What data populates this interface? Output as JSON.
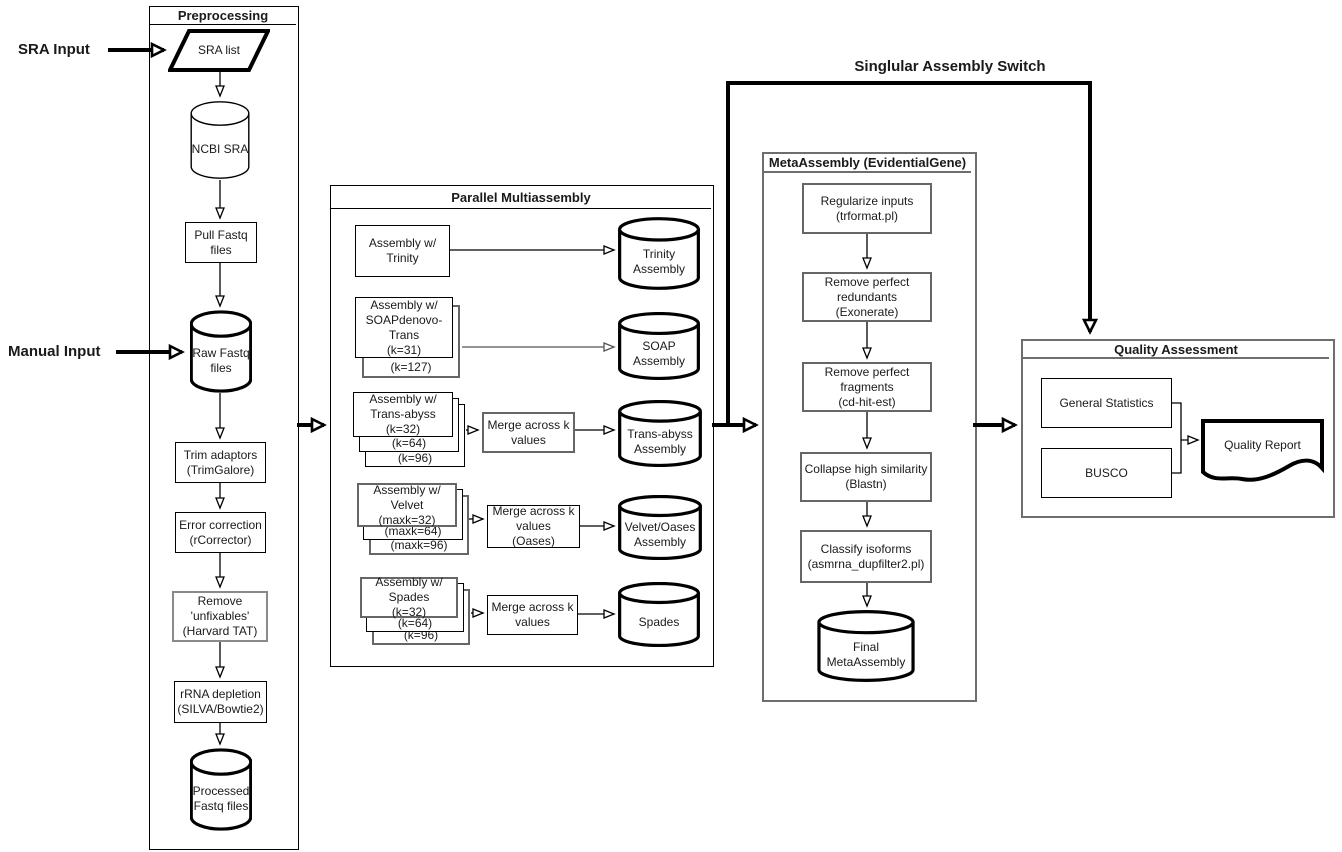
{
  "colors": {
    "line": "#000000",
    "gray": "#666666",
    "background": "#ffffff"
  },
  "inputs": {
    "sra": "SRA Input",
    "manual": "Manual Input"
  },
  "switch_label": "Singlular Assembly Switch",
  "preprocessing": {
    "title": "Preprocessing",
    "nodes": {
      "sra_list": "SRA list",
      "ncbi_sra": "NCBI SRA",
      "pull_fastq": "Pull Fastq\nfiles",
      "raw_fastq": "Raw Fastq\nfiles",
      "trim": "Trim adaptors\n(TrimGalore)",
      "error": "Error correction\n(rCorrector)",
      "unfixables": "Remove\n'unfixables'\n(Harvard TAT)",
      "rrna": "rRNA depletion\n(SILVA/Bowtie2)",
      "processed": "Processed\nFastq files"
    }
  },
  "multiassembly": {
    "title": "Parallel Multiassembly",
    "rows": [
      {
        "box": "Assembly w/\nTrinity",
        "cylinder": "Trinity\nAssembly"
      },
      {
        "box": "Assembly w/\nSOAPdenovo-\nTrans\n(k=31)",
        "stack": [
          "(k=127)"
        ],
        "cylinder": "SOAP\nAssembly"
      },
      {
        "box": "Assembly w/\nTrans-abyss\n(k=32)",
        "stack": [
          "(k=64)",
          "(k=96)"
        ],
        "merge": "Merge across k\nvalues",
        "cylinder": "Trans-abyss\nAssembly"
      },
      {
        "box": "Assembly w/\nVelvet\n(maxk=32)",
        "stack": [
          "(maxk=64)",
          "(maxk=96)"
        ],
        "merge": "Merge across k\nvalues\n(Oases)",
        "cylinder": "Velvet/Oases\nAssembly"
      },
      {
        "box": "Assembly w/\nSpades\n(k=32)",
        "stack": [
          "(k=64)",
          "(k=96)"
        ],
        "merge": "Merge across k\nvalues",
        "cylinder": "Spades"
      }
    ]
  },
  "metaassembly": {
    "title": "MetaAssembly (EvidentialGene)",
    "steps": [
      "Regularize inputs\n(trformat.pl)",
      "Remove perfect\nredundants\n(Exonerate)",
      "Remove perfect\nfragments\n(cd-hit-est)",
      "Collapse high similarity\n(Blastn)",
      "Classify isoforms\n(asmrna_dupfilter2.pl)"
    ],
    "cylinder": "Final\nMetaAssembly"
  },
  "quality": {
    "title": "Quality Assessment",
    "general": "General Statistics",
    "busco": "BUSCO",
    "report": "Quality Report"
  }
}
